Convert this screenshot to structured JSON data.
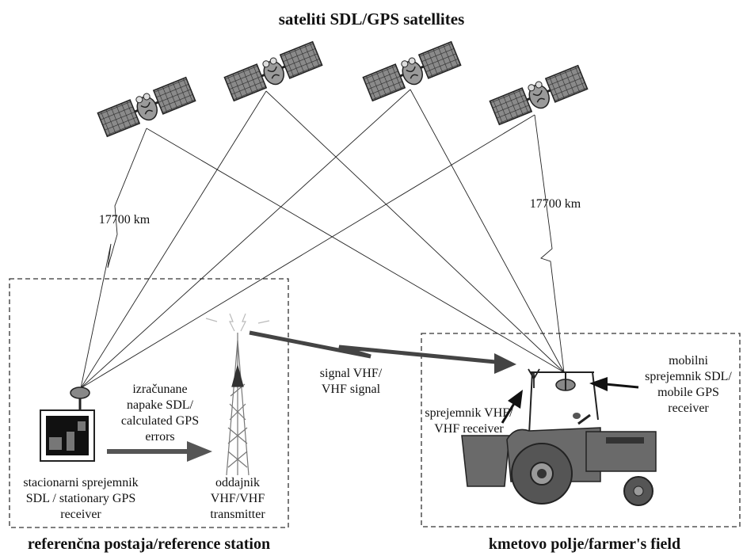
{
  "title": "sateliti SDL/GPS satellites",
  "distance_left": "17700 km",
  "distance_right": "17700 km",
  "reference_station_label": "referenčna postaja/reference station",
  "farmer_field_label": "kmetovo polje/farmer's field",
  "calculated_errors_label": [
    "izračunane",
    "napake SDL/",
    "calculated GPS",
    "errors"
  ],
  "stationary_receiver_label": [
    "stacionarni sprejemnik",
    "SDL / stationary GPS",
    "receiver"
  ],
  "transmitter_label": [
    "oddajnik",
    "VHF/VHF",
    "transmitter"
  ],
  "vhf_signal_label": [
    "signal VHF/",
    "VHF signal"
  ],
  "vhf_receiver_label": [
    "sprejemnik VHF/",
    "VHF receiver"
  ],
  "mobile_receiver_label": [
    "mobilni",
    "sprejemnik SDL/",
    "mobile GPS",
    "receiver"
  ]
}
